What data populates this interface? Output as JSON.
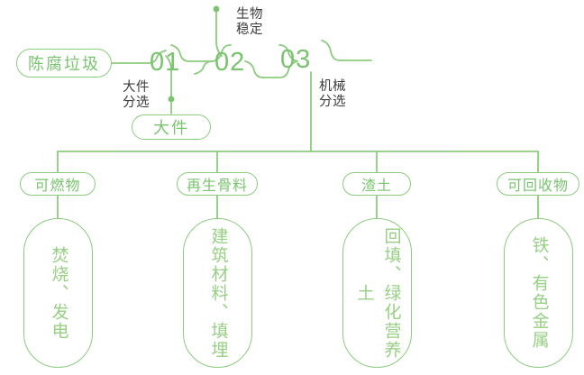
{
  "theme": {
    "line_color": "#8ccb7f",
    "green_text": "#7ac36f",
    "green_text_light": "#97cf84",
    "dark_text": "#3b3b3b",
    "background": "#ffffff"
  },
  "diagram": {
    "type": "process-flow-tree",
    "source": {
      "label": "陈腐垃圾"
    },
    "steps": [
      {
        "number": "01",
        "caption": "大件\n分选",
        "output": "大件"
      },
      {
        "number": "02",
        "caption": "生物\n稳定",
        "output": null
      },
      {
        "number": "03",
        "caption": "机械\n分选",
        "output": null
      }
    ],
    "branches": [
      {
        "label": "可燃物",
        "detail": "焚烧、发电"
      },
      {
        "label": "再生骨料",
        "detail": "建筑材料、填埋"
      },
      {
        "label": "渣土",
        "detail": "回填、绿化营养土"
      },
      {
        "label": "可回收物",
        "detail": "铁、有色金属"
      }
    ]
  }
}
